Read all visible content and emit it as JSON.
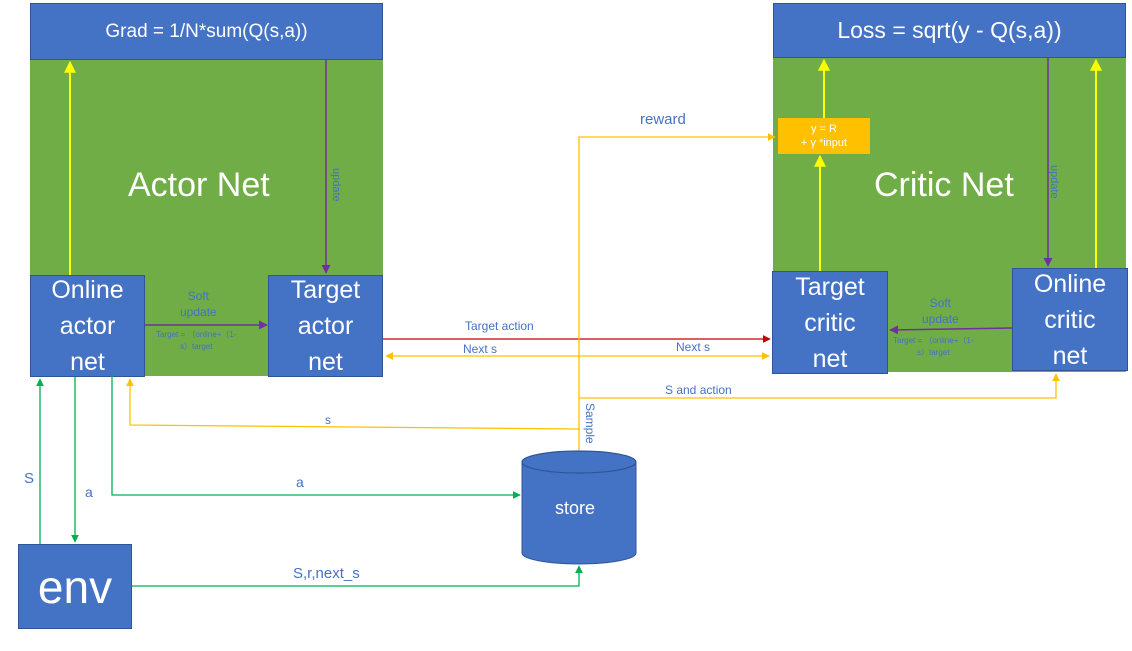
{
  "actor": {
    "header": "Grad = 1/N*sum(Q(s,a))",
    "title": "Actor Net",
    "online_net": "Online\nactor\nnet",
    "target_net": "Target\nactor\nnet",
    "update_label": "update",
    "soft_update_label": "Soft\nupdate",
    "formula": "Target = （online+（1-\ns）target"
  },
  "critic": {
    "header": "Loss = sqrt(y - Q(s,a))",
    "title": "Critic Net",
    "online_net": "Online\ncritic\nnet",
    "target_net": "Target\ncritic\nnet",
    "update_label": "update",
    "soft_update_label": "Soft\nupdate",
    "formula": "Target = （online+（1-\ns）target",
    "y_box": "y = R\n+ γ *input"
  },
  "env": {
    "label": "env"
  },
  "store": {
    "label": "store"
  },
  "edges": {
    "reward": "reward",
    "target_action": "Target action",
    "next_s_left": "Next s",
    "next_s_right": "Next s",
    "s_and_action": "S and action",
    "sample": "Sample",
    "s_orange": "s",
    "a_store": "a",
    "s_env": "S",
    "a_env": "a",
    "srnext": "S,r,next_s"
  },
  "colors": {
    "blue": "#4472c4",
    "green": "#70ad47",
    "orange": "#ffc000",
    "yellow_arrow": "#ffff00",
    "purple_arrow": "#7030a0",
    "darkred_arrow": "#c00000",
    "green_arrow": "#00b050",
    "text_blue": "#4472c4"
  }
}
